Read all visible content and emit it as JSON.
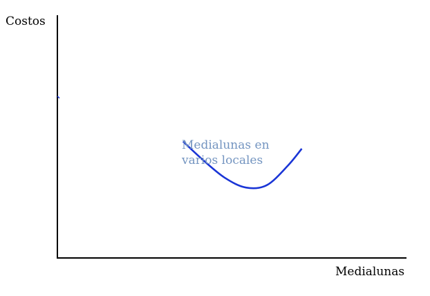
{
  "chart_data": {
    "type": "line",
    "title": "",
    "ylabel": "Costos",
    "xlabel": "Medialunas",
    "grid": false,
    "series": [
      {
        "name": "Medialunas en varios locales",
        "label_lines": [
          "Medialunas en",
          "varios locales"
        ],
        "color": "#1a35d6",
        "x": [
          0.36,
          0.42,
          0.48,
          0.54,
          0.6,
          0.66,
          0.7
        ],
        "y": [
          0.48,
          0.4,
          0.33,
          0.29,
          0.3,
          0.38,
          0.45
        ]
      }
    ],
    "annotation_color": "#7394c0",
    "xlim": [
      0,
      1
    ],
    "ylim": [
      0,
      1
    ]
  }
}
